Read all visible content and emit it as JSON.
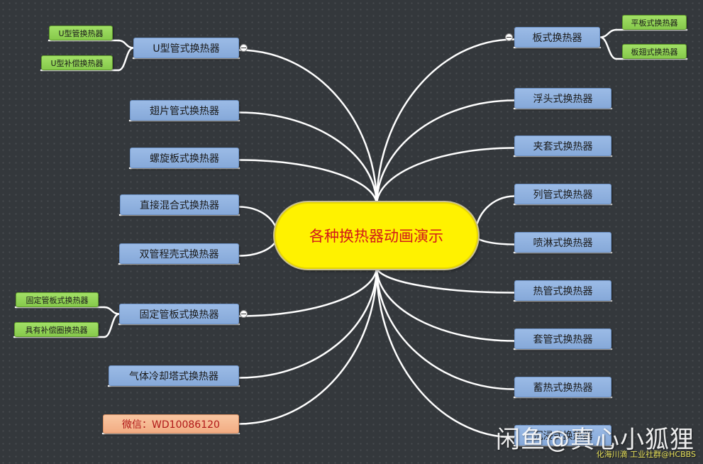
{
  "central": {
    "label": "各种换热器动画演示"
  },
  "left_branches": [
    {
      "label": "U型管式换热器",
      "collapsible": true,
      "children": [
        "U型管换热器",
        "U型补偿换热器"
      ]
    },
    {
      "label": "翅片管式换热器"
    },
    {
      "label": "螺旋板式换热器"
    },
    {
      "label": "直接混合式换热器"
    },
    {
      "label": "双管程壳式换热器"
    },
    {
      "label": "固定管板式换热器",
      "collapsible": true,
      "children": [
        "固定管板式换热器",
        "具有补偿圈换热器"
      ]
    },
    {
      "label": "气体冷却塔式换热器"
    },
    {
      "label": "微信：WD10086120",
      "style": "contact"
    }
  ],
  "right_branches": [
    {
      "label": "板式换热器",
      "collapsible": true,
      "children": [
        "平板式换热器",
        "板翅式换热器"
      ]
    },
    {
      "label": "浮头式换热器"
    },
    {
      "label": "夹套式换热器"
    },
    {
      "label": "列管式换热器"
    },
    {
      "label": "喷淋式换热器"
    },
    {
      "label": "热管式换热器"
    },
    {
      "label": "套管式换热器"
    },
    {
      "label": "蓄热式换热器"
    },
    {
      "label": "沉浸式换热器"
    }
  ],
  "watermark": {
    "main": "闲鱼@真心小狐狸",
    "sub": "化海川滴 工业社群@HCBBS"
  },
  "colors": {
    "background": "#34383c",
    "central_fill": "#fff200",
    "central_text": "#d21a1a",
    "branch_fill": "#92b4e2",
    "leaf_fill": "#96d65a",
    "contact_fill": "#f6b891",
    "connector": "#ffffff"
  }
}
